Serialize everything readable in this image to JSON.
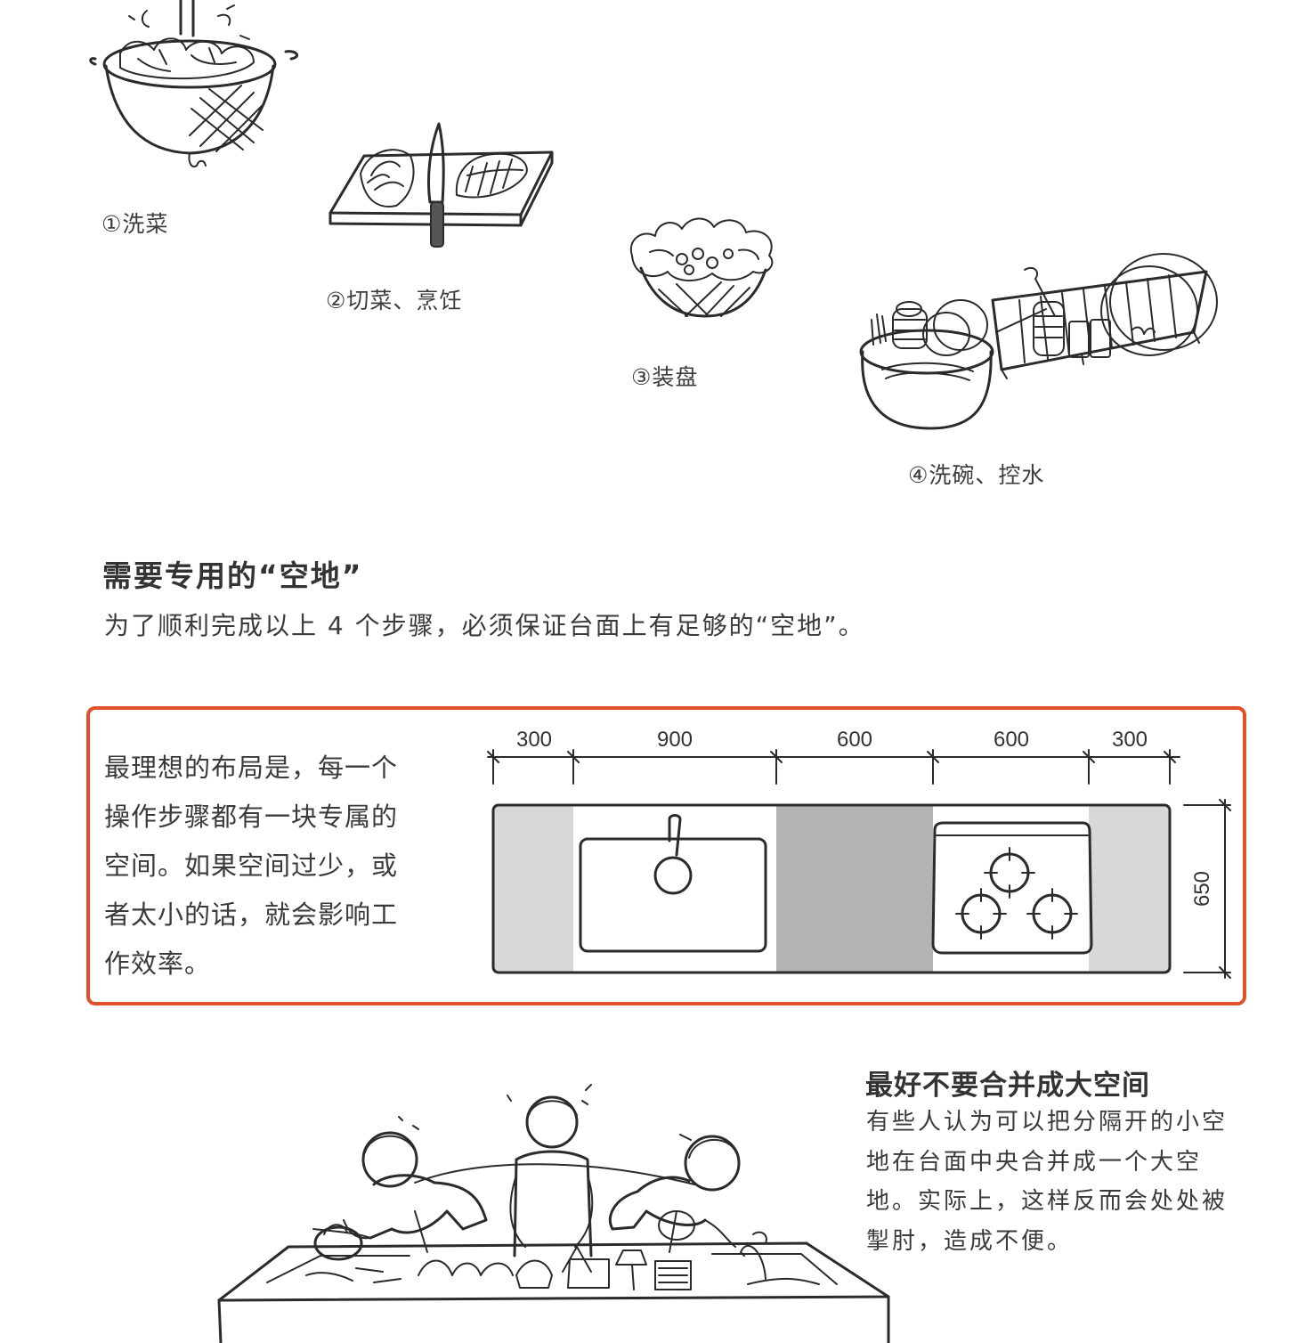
{
  "steps": [
    {
      "label": "①洗菜",
      "icon": "washing-vegetables-colander"
    },
    {
      "label": "②切菜、烹饪",
      "icon": "cutting-board-knife"
    },
    {
      "label": "③装盘",
      "icon": "salad-bowl"
    },
    {
      "label": "④洗碗、控水",
      "icon": "dish-rack-basin"
    }
  ],
  "section": {
    "heading": "需要专用的“空地”",
    "paragraph": "为了顺利完成以上 4 个步骤，必须保证台面上有足够的“空地”。"
  },
  "layout_box": {
    "border_color": "#e0512a",
    "text_lines": [
      "最理想的布局是，每一个",
      "操作步骤都有一块专属的",
      "空间。如果空间过少，或",
      "者太小的话，就会影响工",
      "作效率。"
    ],
    "dimensions": [
      "300",
      "900",
      "600",
      "600",
      "300"
    ],
    "depth": "650",
    "zone_colors": {
      "light": "#d8d8d8",
      "dark": "#b3b3b3",
      "counter": "#ffffff"
    }
  },
  "side_note": {
    "heading": "最好不要合并成大空间",
    "lines": [
      "有些人认为可以把分隔开的小空",
      "地在台面中央合并成一个大空",
      "地。实际上，这样反而会处处被",
      "掣肘，造成不便。"
    ]
  }
}
